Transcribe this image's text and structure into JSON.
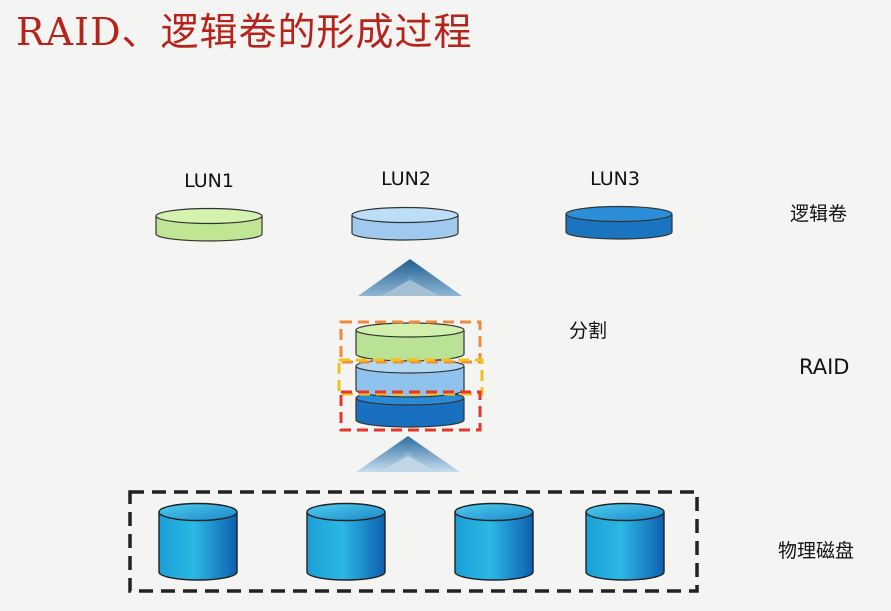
{
  "title": "RAID、逻辑卷的形成过程",
  "luns": [
    "LUN1",
    "LUN2",
    "LUN3"
  ],
  "layers": {
    "logical_volume": "逻辑卷",
    "split": "分割",
    "raid": "RAID",
    "physical_disks": "物理磁盘"
  },
  "colors": {
    "title": "#b5231b",
    "lun1": "#c9eea0",
    "lun2": "#a9d2f2",
    "lun3": "#1f7fc9",
    "arrow": "#1f5f8f",
    "frame_orange": "#f08a3c",
    "frame_yellow": "#f2c21b",
    "frame_red": "#e8352b",
    "disk_frame": "#222222"
  }
}
